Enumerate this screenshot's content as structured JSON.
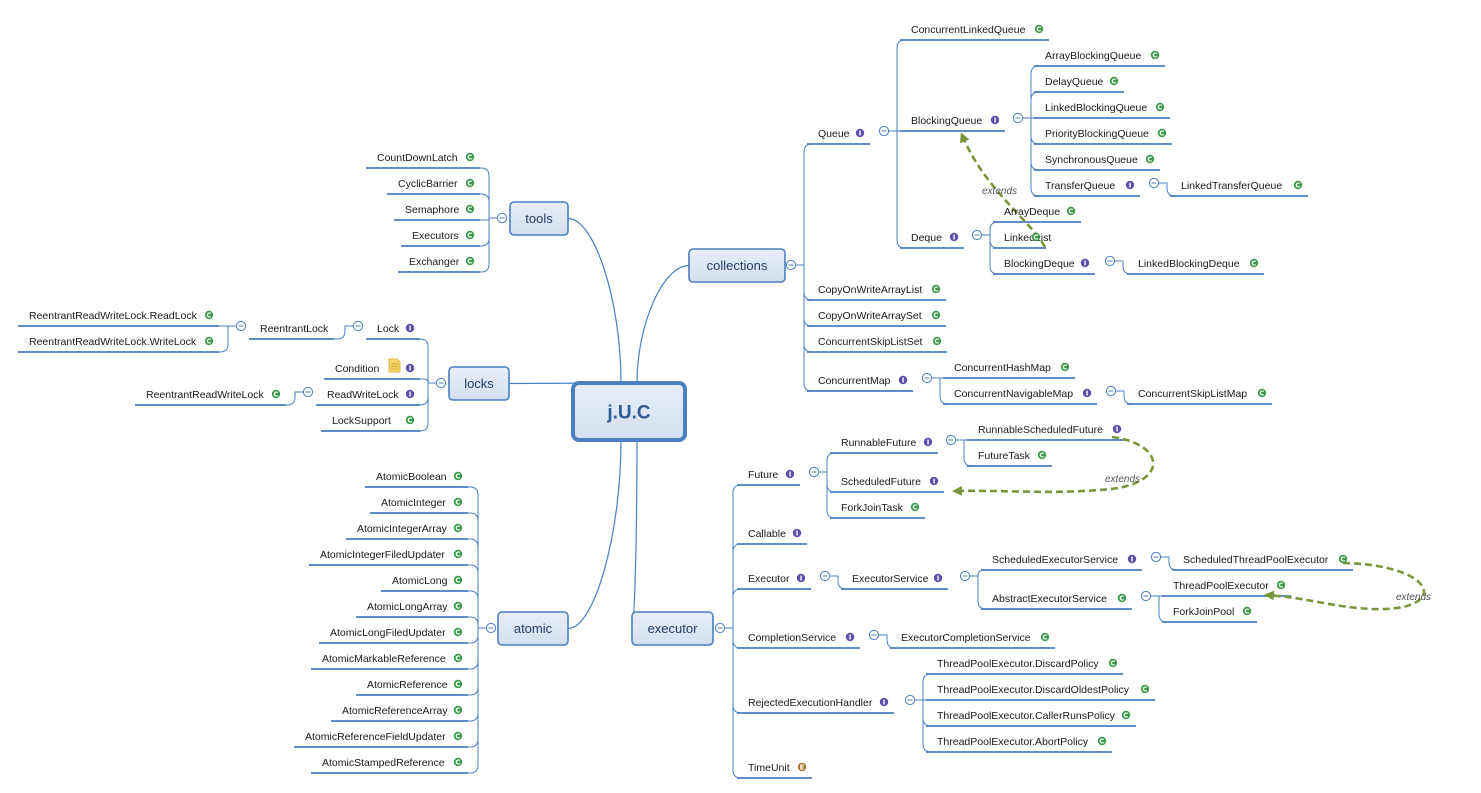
{
  "colors": {
    "line": "#4a7fc1",
    "node_fill": "#dce6f3",
    "node_stroke": "#4a7fc1",
    "class_badge": "#3d9a4d",
    "interface_badge": "#5b4fa8",
    "enum_badge": "#a8762e",
    "extends_arrow": "#79963b"
  },
  "root": {
    "label": "j.U.C"
  },
  "extends_label": "extends",
  "branches": [
    {
      "id": "tools",
      "label": "tools",
      "children": [
        {
          "id": "countdownlatch",
          "label": "CountDownLatch",
          "badge": "class"
        },
        {
          "id": "cyclicbarrier",
          "label": "CyclicBarrier",
          "badge": "class"
        },
        {
          "id": "semaphore",
          "label": "Semaphore",
          "badge": "class"
        },
        {
          "id": "executors",
          "label": "Executors",
          "badge": "class"
        },
        {
          "id": "exchanger",
          "label": "Exchanger",
          "badge": "class"
        }
      ]
    },
    {
      "id": "locks",
      "label": "locks",
      "children": [
        {
          "id": "lock",
          "label": "Lock",
          "badge": "interface",
          "children": [
            {
              "id": "reentrantlock",
              "label": "ReentrantLock",
              "children": [
                {
                  "id": "rrwl-readlock",
                  "label": "ReentrantReadWriteLock.ReadLock",
                  "badge": "class"
                },
                {
                  "id": "rrwl-writelock",
                  "label": "ReentrantReadWriteLock.WriteLock",
                  "badge": "class"
                }
              ]
            }
          ]
        },
        {
          "id": "condition",
          "label": "Condition",
          "badge": "interface",
          "note": true
        },
        {
          "id": "readwritelock",
          "label": "ReadWriteLock",
          "badge": "interface",
          "children": [
            {
              "id": "reentrantreadwritelock",
              "label": "ReentrantReadWriteLock",
              "badge": "class"
            }
          ]
        },
        {
          "id": "locksupport",
          "label": "LockSupport",
          "badge": "class"
        }
      ]
    },
    {
      "id": "atomic",
      "label": "atomic",
      "children": [
        {
          "id": "atomicboolean",
          "label": "AtomicBoolean",
          "badge": "class"
        },
        {
          "id": "atomicinteger",
          "label": "AtomicInteger",
          "badge": "class"
        },
        {
          "id": "atomicintegerarray",
          "label": "AtomicIntegerArray",
          "badge": "class"
        },
        {
          "id": "atomicintegerfiledupdater",
          "label": "AtomicIntegerFiledUpdater",
          "badge": "class"
        },
        {
          "id": "atomiclong",
          "label": "AtomicLong",
          "badge": "class"
        },
        {
          "id": "atomiclongarray",
          "label": "AtomicLongArray",
          "badge": "class"
        },
        {
          "id": "atomiclongfiledupdater",
          "label": "AtomicLongFiledUpdater",
          "badge": "class"
        },
        {
          "id": "atomicmarkablereference",
          "label": "AtomicMarkableReference",
          "badge": "class"
        },
        {
          "id": "atomicreference",
          "label": "AtomicReference",
          "badge": "class"
        },
        {
          "id": "atomicreferencearray",
          "label": "AtomicReferenceArray",
          "badge": "class"
        },
        {
          "id": "atomicreferencefieldupdater",
          "label": "AtomicReferenceFieldUpdater",
          "badge": "class"
        },
        {
          "id": "atomicstampedreference",
          "label": "AtomicStampedReference",
          "badge": "class"
        }
      ]
    },
    {
      "id": "collections",
      "label": "collections",
      "children": [
        {
          "id": "queue",
          "label": "Queue",
          "badge": "interface",
          "children": [
            {
              "id": "concurrentlinkedqueue",
              "label": "ConcurrentLinkedQueue",
              "badge": "class"
            },
            {
              "id": "blockingqueue",
              "label": "BlockingQueue",
              "badge": "interface",
              "children": [
                {
                  "id": "arrayblockingqueue",
                  "label": "ArrayBlockingQueue",
                  "badge": "class"
                },
                {
                  "id": "delayqueue",
                  "label": "DelayQueue",
                  "badge": "class"
                },
                {
                  "id": "linkedblockingqueue",
                  "label": "LinkedBlockingQueue",
                  "badge": "class"
                },
                {
                  "id": "priorityblockingqueue",
                  "label": "PriorityBlockingQueue",
                  "badge": "class"
                },
                {
                  "id": "synchronousqueue",
                  "label": "SynchronousQueue",
                  "badge": "class"
                },
                {
                  "id": "transferqueue",
                  "label": "TransferQueue",
                  "badge": "interface",
                  "children": [
                    {
                      "id": "linkedtransferqueue",
                      "label": "LinkedTransferQueue",
                      "badge": "class"
                    }
                  ]
                }
              ]
            },
            {
              "id": "deque",
              "label": "Deque",
              "badge": "interface",
              "children": [
                {
                  "id": "arraydeque",
                  "label": "ArrayDeque",
                  "badge": "class"
                },
                {
                  "id": "linkedlist",
                  "label": "LinkedList",
                  "badge": "class"
                },
                {
                  "id": "blockingdeque",
                  "label": "BlockingDeque",
                  "badge": "interface",
                  "children": [
                    {
                      "id": "linkedblockingdeque",
                      "label": "LinkedBlockingDeque",
                      "badge": "class"
                    }
                  ]
                }
              ]
            }
          ]
        },
        {
          "id": "copyonwritearraylist",
          "label": "CopyOnWriteArrayList",
          "badge": "class"
        },
        {
          "id": "copyonwritearrayset",
          "label": "CopyOnWriteArraySet",
          "badge": "class"
        },
        {
          "id": "concurrentskiplistset",
          "label": "ConcurrentSkipListSet",
          "badge": "class"
        },
        {
          "id": "concurrentmap",
          "label": "ConcurrentMap",
          "badge": "interface",
          "children": [
            {
              "id": "concurrenthashmap",
              "label": "ConcurrentHashMap",
              "badge": "class"
            },
            {
              "id": "concurrentnavigablemap",
              "label": "ConcurrentNavigableMap",
              "badge": "interface",
              "children": [
                {
                  "id": "concurrentskiplistmap",
                  "label": "ConcurrentSkipListMap",
                  "badge": "class"
                }
              ]
            }
          ]
        }
      ]
    },
    {
      "id": "executor",
      "label": "executor",
      "children": [
        {
          "id": "future",
          "label": "Future",
          "badge": "interface",
          "children": [
            {
              "id": "runnablefuture",
              "label": "RunnableFuture",
              "badge": "interface",
              "children": [
                {
                  "id": "runnablescheduledfuture",
                  "label": "RunnableScheduledFuture",
                  "badge": "interface"
                },
                {
                  "id": "futuretask",
                  "label": "FutureTask",
                  "badge": "class"
                }
              ]
            },
            {
              "id": "scheduledfuture",
              "label": "ScheduledFuture",
              "badge": "interface"
            },
            {
              "id": "forkjointask",
              "label": "ForkJoinTask",
              "badge": "class"
            }
          ]
        },
        {
          "id": "callable",
          "label": "Callable",
          "badge": "interface"
        },
        {
          "id": "executor-if",
          "label": "Executor",
          "badge": "interface",
          "children": [
            {
              "id": "executorservice",
              "label": "ExecutorService",
              "badge": "interface",
              "children": [
                {
                  "id": "scheduledexecutorservice",
                  "label": "ScheduledExecutorService",
                  "badge": "interface",
                  "children": [
                    {
                      "id": "scheduledthreadpoolexecutor",
                      "label": "ScheduledThreadPoolExecutor",
                      "badge": "class"
                    }
                  ]
                },
                {
                  "id": "abstractexecutorservice",
                  "label": "AbstractExecutorService",
                  "badge": "class",
                  "children": [
                    {
                      "id": "threadpoolexecutor",
                      "label": "ThreadPoolExecutor",
                      "badge": "class"
                    },
                    {
                      "id": "forkjoinpool",
                      "label": "ForkJoinPool",
                      "badge": "class"
                    }
                  ]
                }
              ]
            }
          ]
        },
        {
          "id": "completionservice",
          "label": "CompletionService",
          "badge": "interface",
          "children": [
            {
              "id": "executorcompletionservice",
              "label": "ExecutorCompletionService",
              "badge": "class"
            }
          ]
        },
        {
          "id": "rejectedexecutionhandler",
          "label": "RejectedExecutionHandler",
          "badge": "interface",
          "children": [
            {
              "id": "discardpolicy",
              "label": "ThreadPoolExecutor.DiscardPolicy",
              "badge": "class"
            },
            {
              "id": "discardoldestpolicy",
              "label": "ThreadPoolExecutor.DiscardOldestPolicy",
              "badge": "class"
            },
            {
              "id": "callerrunspolicy",
              "label": "ThreadPoolExecutor.CallerRunsPolicy",
              "badge": "class"
            },
            {
              "id": "abortpolicy",
              "label": "ThreadPoolExecutor.AbortPolicy",
              "badge": "class"
            }
          ]
        },
        {
          "id": "timeunit",
          "label": "TimeUnit",
          "badge": "enum"
        }
      ]
    }
  ],
  "extends_relations": [
    {
      "from": "linkedlist",
      "to": "blockingqueue"
    },
    {
      "from": "runnablescheduledfuture",
      "to": "scheduledfuture"
    },
    {
      "from": "scheduledthreadpoolexecutor",
      "to": "threadpoolexecutor"
    }
  ]
}
